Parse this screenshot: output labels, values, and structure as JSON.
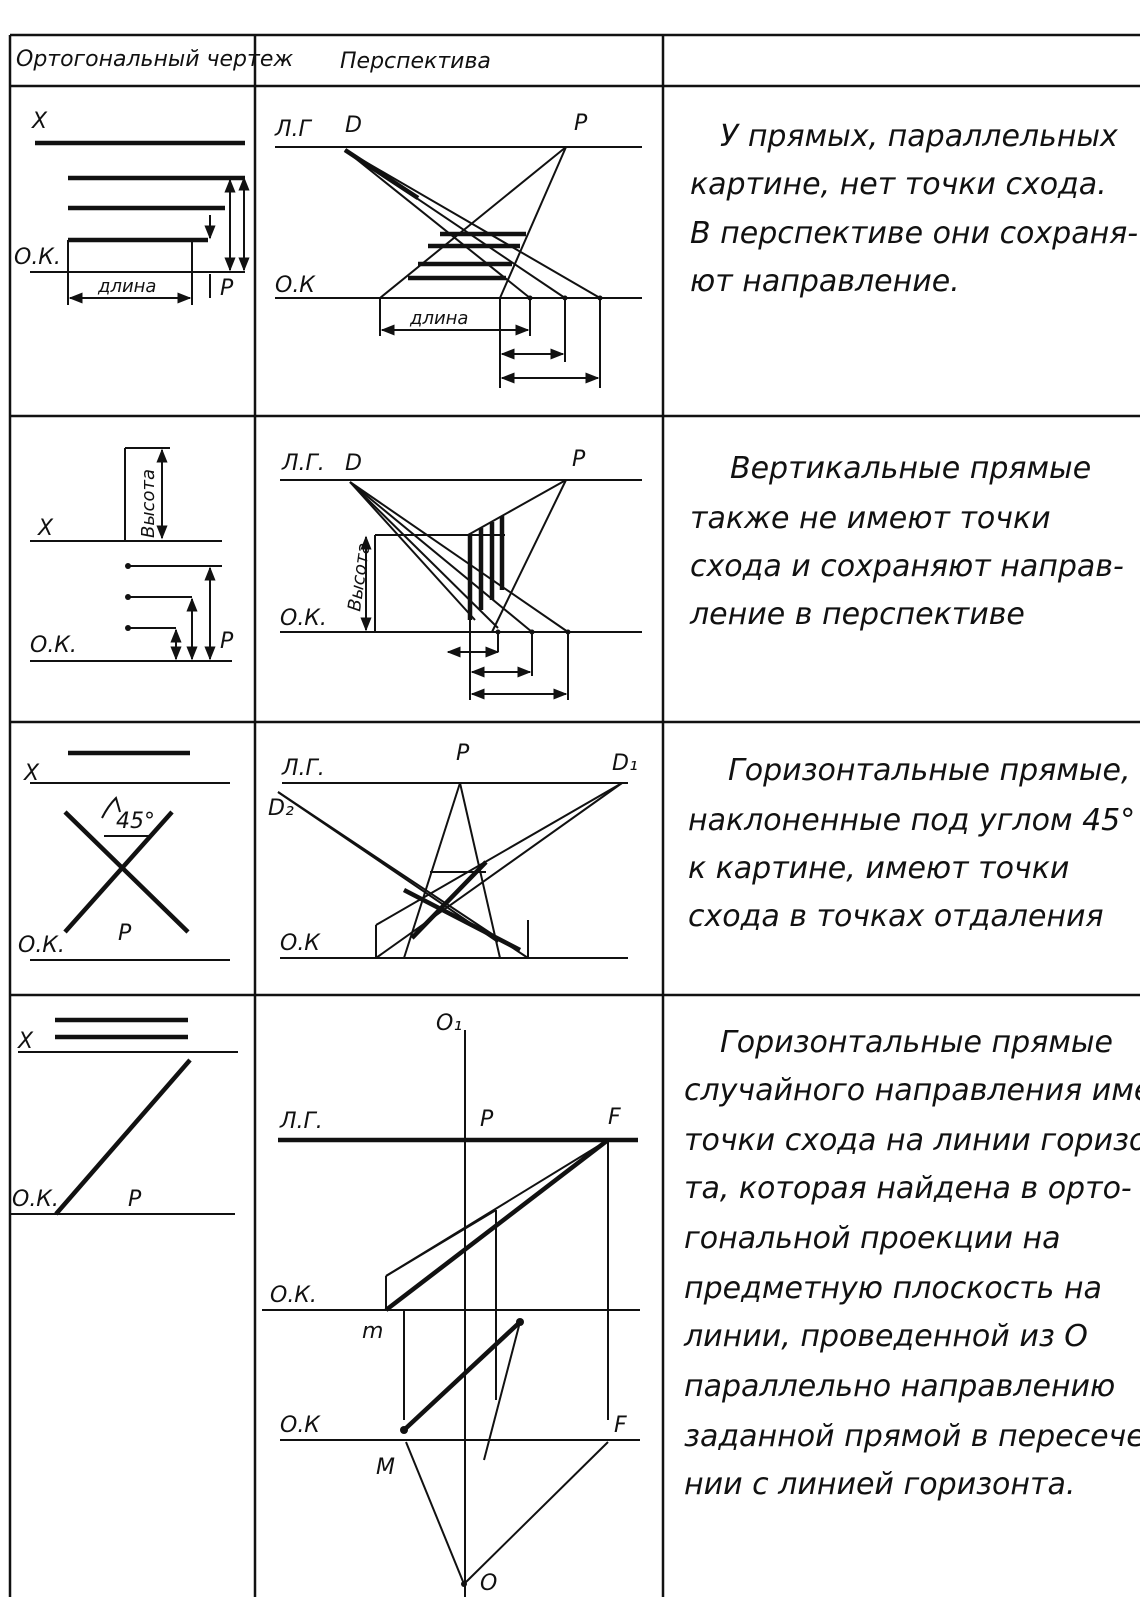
{
  "header": {
    "col1": "Ортогональный чертеж",
    "col2": "Перспектива",
    "col3": ""
  },
  "rows": [
    {
      "ortho": {
        "x": "X",
        "ok": "О.К.",
        "length": "длина",
        "p": "Р"
      },
      "persp": {
        "lg": "Л.Г",
        "d": "D",
        "p": "P",
        "ok": "О.К",
        "length": "длина"
      },
      "desc": [
        "У прямых, параллельных",
        "картине, нет точки схода.",
        "В перспективе они сохраня-",
        "ют направление."
      ]
    },
    {
      "ortho": {
        "height": "Высота",
        "x": "X",
        "ok": "О.К.",
        "p": "Р"
      },
      "persp": {
        "lg": "Л.Г.",
        "d": "D",
        "p": "P",
        "height": "Высота",
        "ok": "О.К."
      },
      "desc": [
        "Вертикальные прямые",
        "также не имеют точки",
        "схода и сохраняют направ-",
        "ление в перспективе"
      ]
    },
    {
      "ortho": {
        "x": "X",
        "angle": "45°",
        "ok": "О.К.",
        "p": "Р"
      },
      "persp": {
        "lg": "Л.Г.",
        "p": "P",
        "d1": "D₁",
        "d2": "D₂",
        "ok": "О.К"
      },
      "desc": [
        "Горизонтальные прямые,",
        "наклоненные под углом 45°",
        "к картине, имеют точки",
        "схода в точках отдаления"
      ]
    },
    {
      "ortho": {
        "x": "X",
        "ok": "О.К.",
        "p": "Р"
      },
      "persp": {
        "o1": "O₁",
        "lg": "Л.Г.",
        "p": "P",
        "f_top": "F",
        "ok_top": "О.К.",
        "m_small": "m",
        "ok_bottom": "О.К",
        "f_bottom": "F",
        "m_big": "M",
        "o": "O"
      },
      "desc": [
        "Горизонтальные прямые",
        "случайного направления имеют",
        "точки схода на линии горизон-",
        "та, которая найдена в орто-",
        "гональной проекции на",
        "предметную плоскость на",
        "линии, проведенной из О",
        "параллельно направлению",
        "заданной прямой в пересече-",
        "нии с линией горизонта."
      ]
    }
  ]
}
